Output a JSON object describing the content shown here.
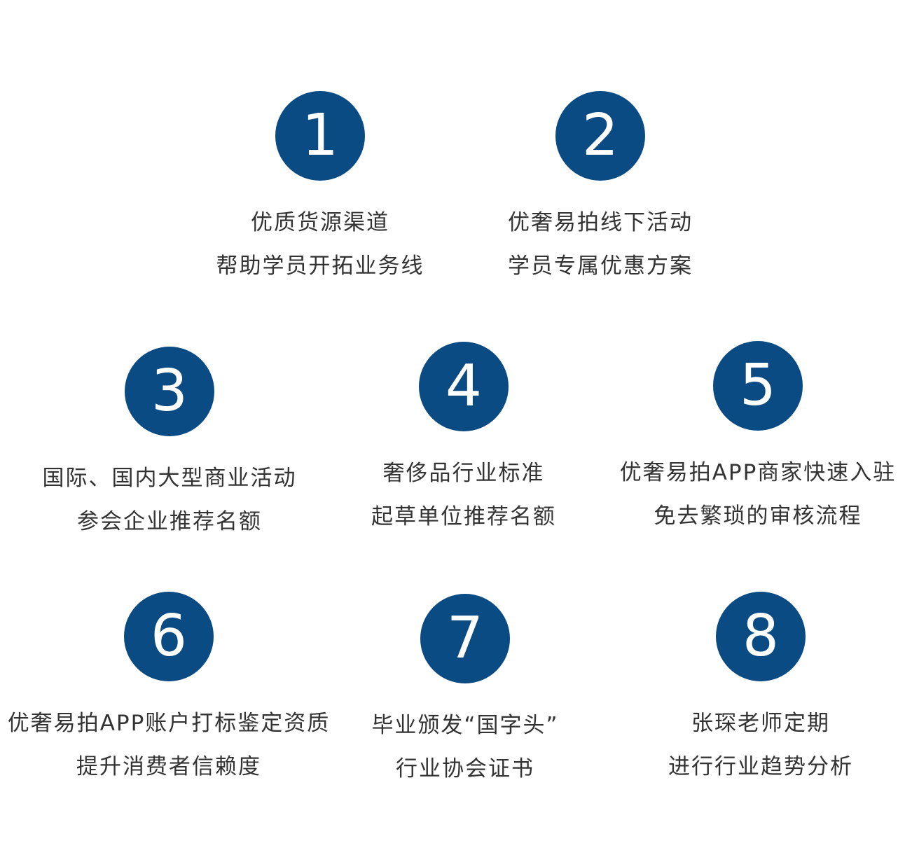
{
  "colors": {
    "badge": "#0b4b84",
    "text": "#333333",
    "background": "#ffffff"
  },
  "items": [
    {
      "number": "1",
      "line1": "优质货源渠道",
      "line2": "帮助学员开拓业务线"
    },
    {
      "number": "2",
      "line1": "优奢易拍线下活动",
      "line2": "学员专属优惠方案"
    },
    {
      "number": "3",
      "line1": "国际、国内大型商业活动",
      "line2": "参会企业推荐名额"
    },
    {
      "number": "4",
      "line1": "奢侈品行业标准",
      "line2": "起草单位推荐名额"
    },
    {
      "number": "5",
      "line1": "优奢易拍APP商家快速入驻",
      "line2": "免去繁琐的审核流程"
    },
    {
      "number": "6",
      "line1": "优奢易拍APP账户打标鉴定资质",
      "line2": "提升消费者信赖度"
    },
    {
      "number": "7",
      "line1": "毕业颁发“国字头”",
      "line2": "行业协会证书"
    },
    {
      "number": "8",
      "line1": "张琛老师定期",
      "line2": "进行行业趋势分析"
    }
  ]
}
